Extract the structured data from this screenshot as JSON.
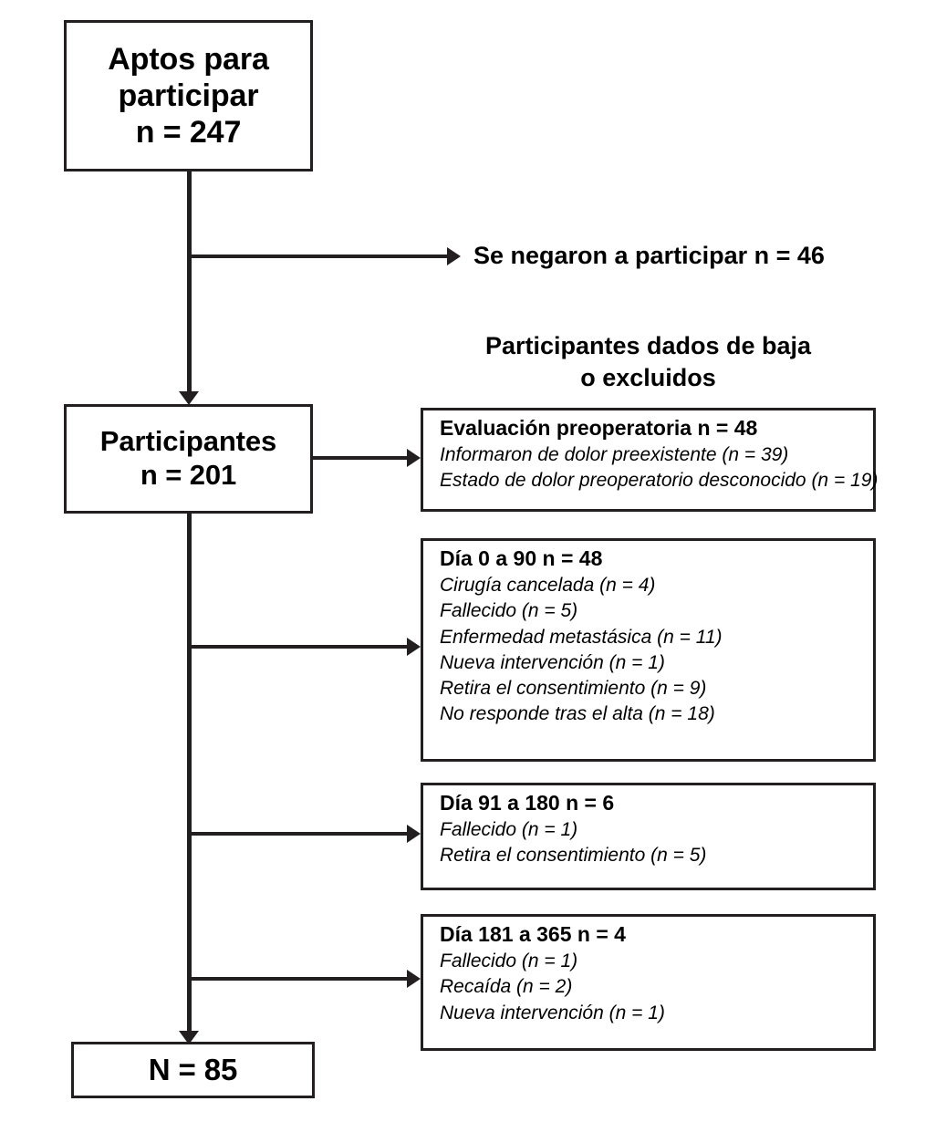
{
  "flowchart": {
    "nodes": {
      "eligible": {
        "line1": "Aptos para",
        "line2": "participar",
        "line3": "n = 247"
      },
      "participants": {
        "line1": "Participantes",
        "line2": "n = 201"
      },
      "final": {
        "line1": "N = 85"
      }
    },
    "labels": {
      "refused": "Se negaron a participar n = 46",
      "excluded_heading_line1": "Participantes dados de baja",
      "excluded_heading_line2": "o excluidos"
    },
    "exclusion_boxes": [
      {
        "title": "Evaluación preoperatoria n = 48",
        "items": [
          "Informaron de dolor preexistente (n = 39)",
          "Estado de dolor preoperatorio desconocido (n = 19)"
        ]
      },
      {
        "title": "Día 0 a 90 n = 48",
        "items": [
          "Cirugía cancelada (n = 4)",
          "Fallecido (n = 5)",
          "Enfermedad metastásica (n = 11)",
          "Nueva intervención (n = 1)",
          "Retira el consentimiento (n = 9)",
          "No responde tras el alta (n = 18)"
        ]
      },
      {
        "title": "Día 91 a 180 n = 6",
        "items": [
          "Fallecido (n = 1)",
          "Retira el consentimiento (n = 5)"
        ]
      },
      {
        "title": "Día 181 a 365 n = 4",
        "items": [
          "Fallecido (n = 1)",
          "Recaída (n = 2)",
          "Nueva intervención (n = 1)"
        ]
      }
    ],
    "colors": {
      "stroke": "#231f20",
      "background": "#ffffff",
      "text": "#000000"
    }
  }
}
